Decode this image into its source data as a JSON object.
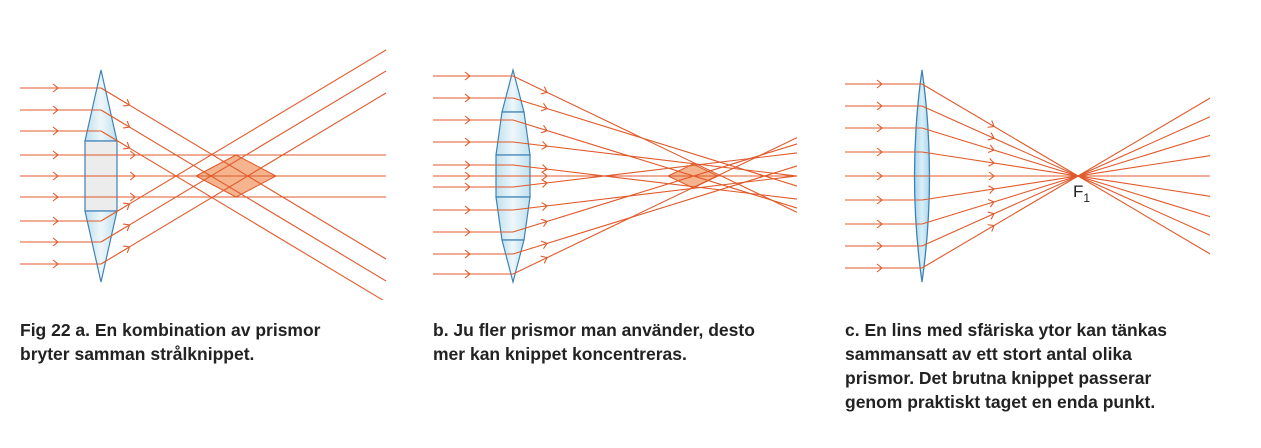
{
  "colors": {
    "ray": "#e05a2b",
    "lens_fill": "#cfe8f2",
    "lens_edge": "#3e83b5",
    "prism_center": "#ececec",
    "overlap": "#f5b38e"
  },
  "panel_a": {
    "caption_lines": [
      "Fig 22 a. En kombination av prismor",
      "bryter samman strålknippet."
    ]
  },
  "panel_b": {
    "caption_lines": [
      "b. Ju fler prismor man använder, desto",
      "mer kan knippet koncentreras."
    ]
  },
  "panel_c": {
    "caption_lines": [
      "c. En lins med sfäriska ytor kan tänkas",
      "sammansatt av ett stort antal olika",
      "prismor. Det brutna knippet passerar",
      "genom praktiskt taget en enda punkt."
    ],
    "focal_label": "F",
    "focal_subscript": "1"
  }
}
